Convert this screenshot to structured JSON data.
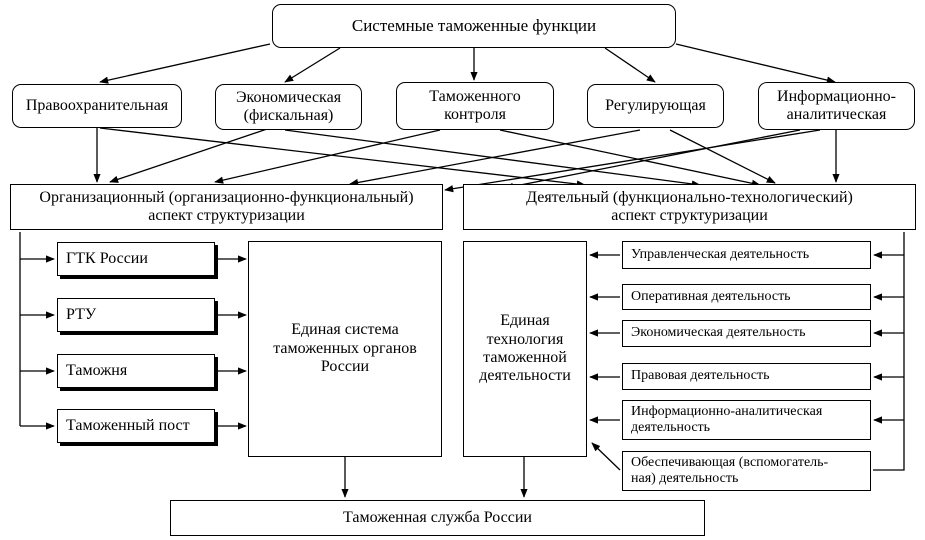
{
  "top": {
    "title": "Системные таможенные функции"
  },
  "functions": [
    "Правоохранительная",
    "Экономическая\n(фискальная)",
    "Таможенного\nконтроля",
    "Регулирующая",
    "Информационно-\nаналитическая"
  ],
  "aspects": {
    "organizational": "Организационный (организационно-функциональный)\nаспект структуризации",
    "activity": "Деятельный (функционально-технологический)\nаспект структуризации"
  },
  "organs": [
    "ГТК России",
    "РТУ",
    "Таможня",
    "Таможенный пост"
  ],
  "unified_system": "Единая система\nтаможенных органов\nРоссии",
  "unified_technology": "Единая\nтехнология\nтаможенной\nдеятельности",
  "activities": [
    "Управленческая деятельность",
    "Оперативная деятельность",
    "Экономическая деятельность",
    "Правовая деятельность",
    "Информационно-аналитическая\nдеятельность",
    "Обеспечивающая (вспомогатель-\nная) деятельность"
  ],
  "bottom": {
    "title": "Таможенная служба России"
  }
}
